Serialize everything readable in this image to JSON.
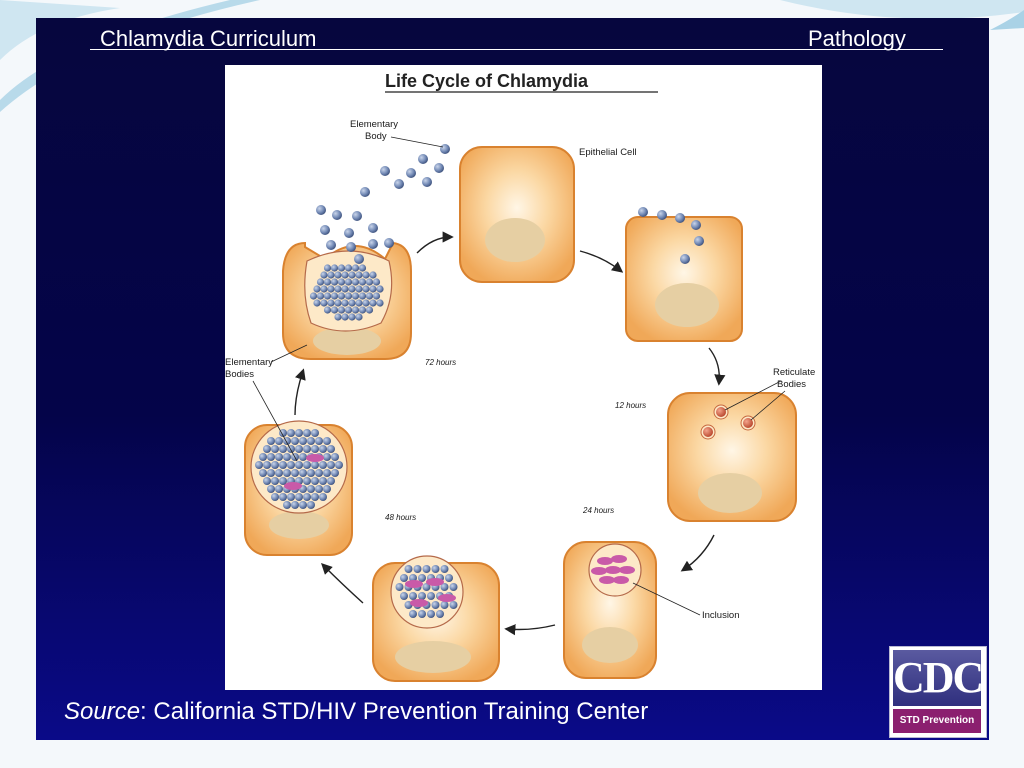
{
  "header": {
    "left_title": "Chlamydia Curriculum",
    "right_title": "Pathology"
  },
  "figure": {
    "title": "Life Cycle of Chlamydia",
    "labels": {
      "elementary_body": [
        "Elementary",
        "Body"
      ],
      "epithelial_cell": "Epithelial Cell",
      "reticulate_bodies": [
        "Reticulate",
        "Bodies"
      ],
      "inclusion": "Inclusion",
      "elementary_bodies": [
        "Elementary",
        "Bodies"
      ]
    },
    "times": {
      "t12": "12 hours",
      "t24": "24 hours",
      "t48": "48 hours",
      "t72": "72 hours"
    }
  },
  "source": {
    "prefix": "Source",
    "text": ": California STD/HIV Prevention Training Center"
  },
  "logo": {
    "mark": "CDC",
    "subtitle": "STD Prevention"
  },
  "colors": {
    "slide_bg": "#06063e",
    "cell_fill": "#f6c27d",
    "cell_stroke": "#d9822f",
    "nucleus": "#e2c89a",
    "elementary_body": "#6f86b0",
    "reticulate_body": "#cf5a3c",
    "inclusion_body": "#c95aa8"
  }
}
